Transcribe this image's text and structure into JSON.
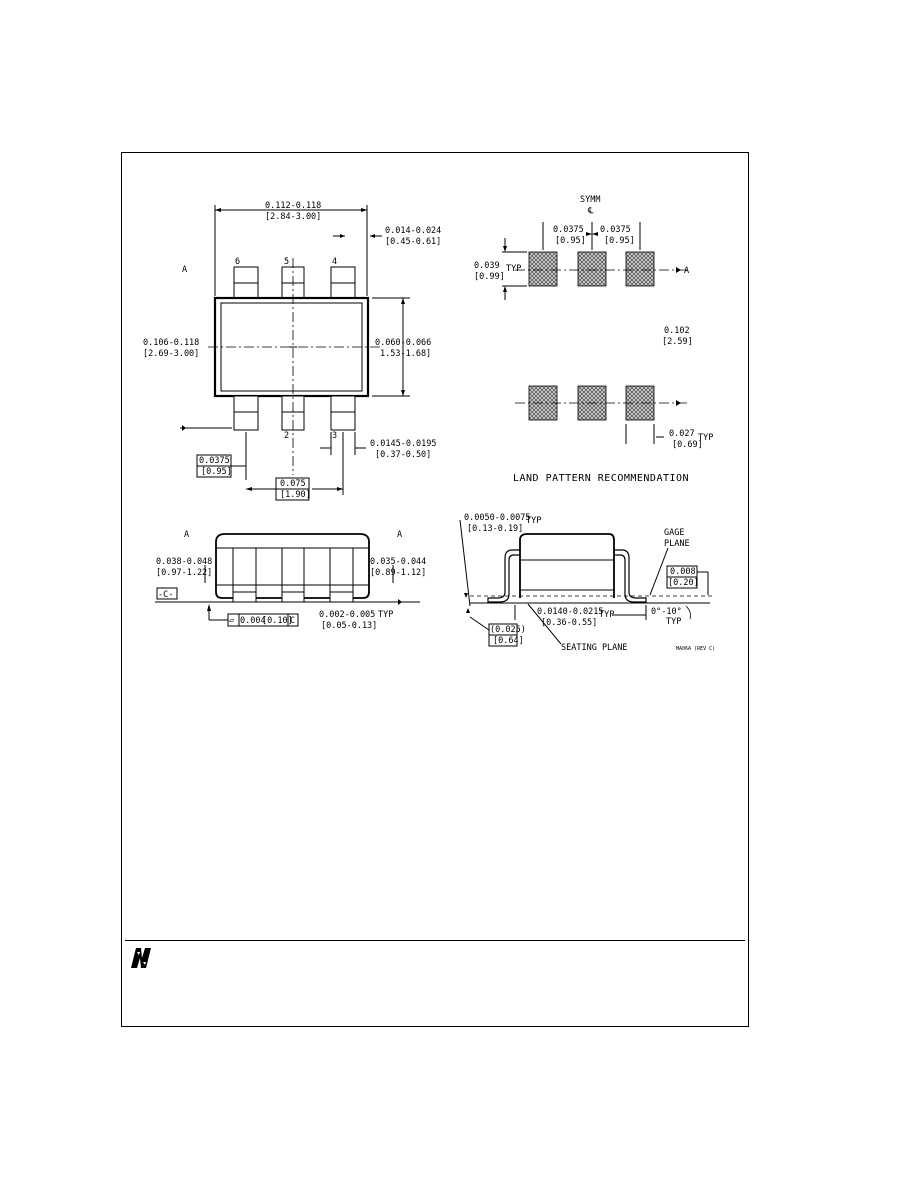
{
  "top_view": {
    "pins": {
      "p6": "6",
      "p5": "5",
      "p4": "4",
      "p2": "2",
      "p3": "3"
    },
    "datum_a": "A",
    "dim_length": {
      "inch": "0.112-0.118",
      "mm": "[2.84-3.00]"
    },
    "dim_lead_top": {
      "inch": "0.014-0.024",
      "mm": "[0.45-0.61]"
    },
    "dim_width_total": {
      "inch": "0.106-0.118",
      "mm": "[2.69-3.00]"
    },
    "dim_body_width": {
      "inch": "0.060-0.066",
      "mm": "1.53-1.68]"
    },
    "dim_lead_width": {
      "inch": "0.0145-0.0195",
      "mm": "[0.37-0.50]"
    },
    "dim_pitch": {
      "inch": "0.0375",
      "mm": "[0.95]"
    },
    "dim_span": {
      "inch": "0.075",
      "mm": "[1.90]"
    }
  },
  "land_pattern": {
    "title": "LAND PATTERN RECOMMENDATION",
    "symm": "SYMM",
    "cl_symbol": "℄",
    "pitch_left": {
      "inch": "0.0375",
      "mm": "[0.95]"
    },
    "pitch_right": {
      "inch": "0.0375",
      "mm": "[0.95]"
    },
    "pad_height": {
      "inch": "0.039",
      "mm": "[0.99]",
      "typ": "TYP"
    },
    "row_spacing": {
      "inch": "0.102",
      "mm": "[2.59]"
    },
    "pad_width": {
      "inch": "0.027",
      "mm": "[0.69]",
      "typ": "TYP"
    },
    "datum_a": "A"
  },
  "side_view": {
    "datum_a": "A",
    "height_left": {
      "inch": "0.038-0.048",
      "mm": "[0.97-1.22]"
    },
    "height_right": {
      "inch": "0.035-0.044",
      "mm": "[0.89-1.12]"
    },
    "datum_c": "-C-",
    "tolerance": {
      "symbol": "▱",
      "inch": "0.004",
      "mm": "[0.10]",
      "ref": "C"
    },
    "standoff": {
      "inch": "0.002-0.005",
      "mm": "[0.05-0.13]",
      "typ": "TYP"
    }
  },
  "detail_view": {
    "lead_thickness": {
      "inch": "0.0050-0.0075",
      "mm": "[0.13-0.19]",
      "typ": "TYP"
    },
    "gage_plane": {
      "line1": "GAGE",
      "line2": "PLANE"
    },
    "gage_dim": {
      "inch": "0.008",
      "mm": "[0.20]"
    },
    "foot_length": {
      "inch": "0.0140-0.0215",
      "mm": "[0.36-0.55]",
      "typ": "TYP"
    },
    "angle": {
      "value": "0°-10°",
      "typ": "TYP"
    },
    "ref_dim": {
      "inch": "(0.025)",
      "mm": "[0.64]"
    },
    "seating_plane": "SEATING PLANE",
    "drawing_code": "MA06A (REV C)"
  },
  "colors": {
    "ink": "#000000",
    "paper": "#ffffff"
  }
}
